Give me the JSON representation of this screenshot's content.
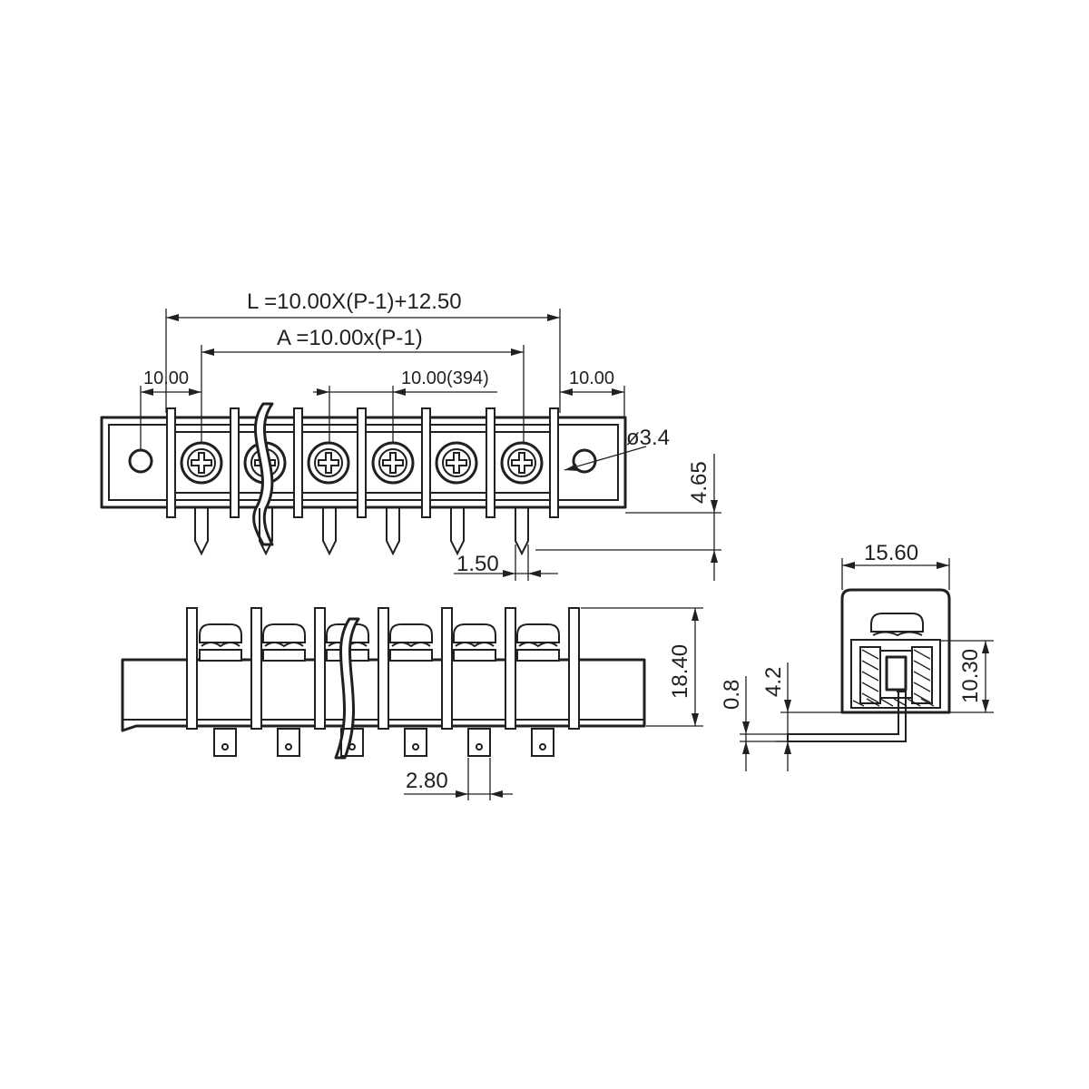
{
  "dimensions": {
    "overall_length": "L =10.00X(P-1)+12.50",
    "pitch_span": "A =10.00x(P-1)",
    "pitch": "10.00(394)",
    "left_margin": "10.00",
    "right_margin": "10.00",
    "hole_diameter": "ø3.4",
    "pin_offset": "4.65",
    "pin_width": "1.50",
    "height": "18.40",
    "tab_width": "2.80",
    "depth": "15.60",
    "side_height": "10.30",
    "pin_drop": "4.2",
    "pin_thickness": "0.8"
  },
  "colors": {
    "line": "#231f20",
    "background": "#ffffff"
  }
}
